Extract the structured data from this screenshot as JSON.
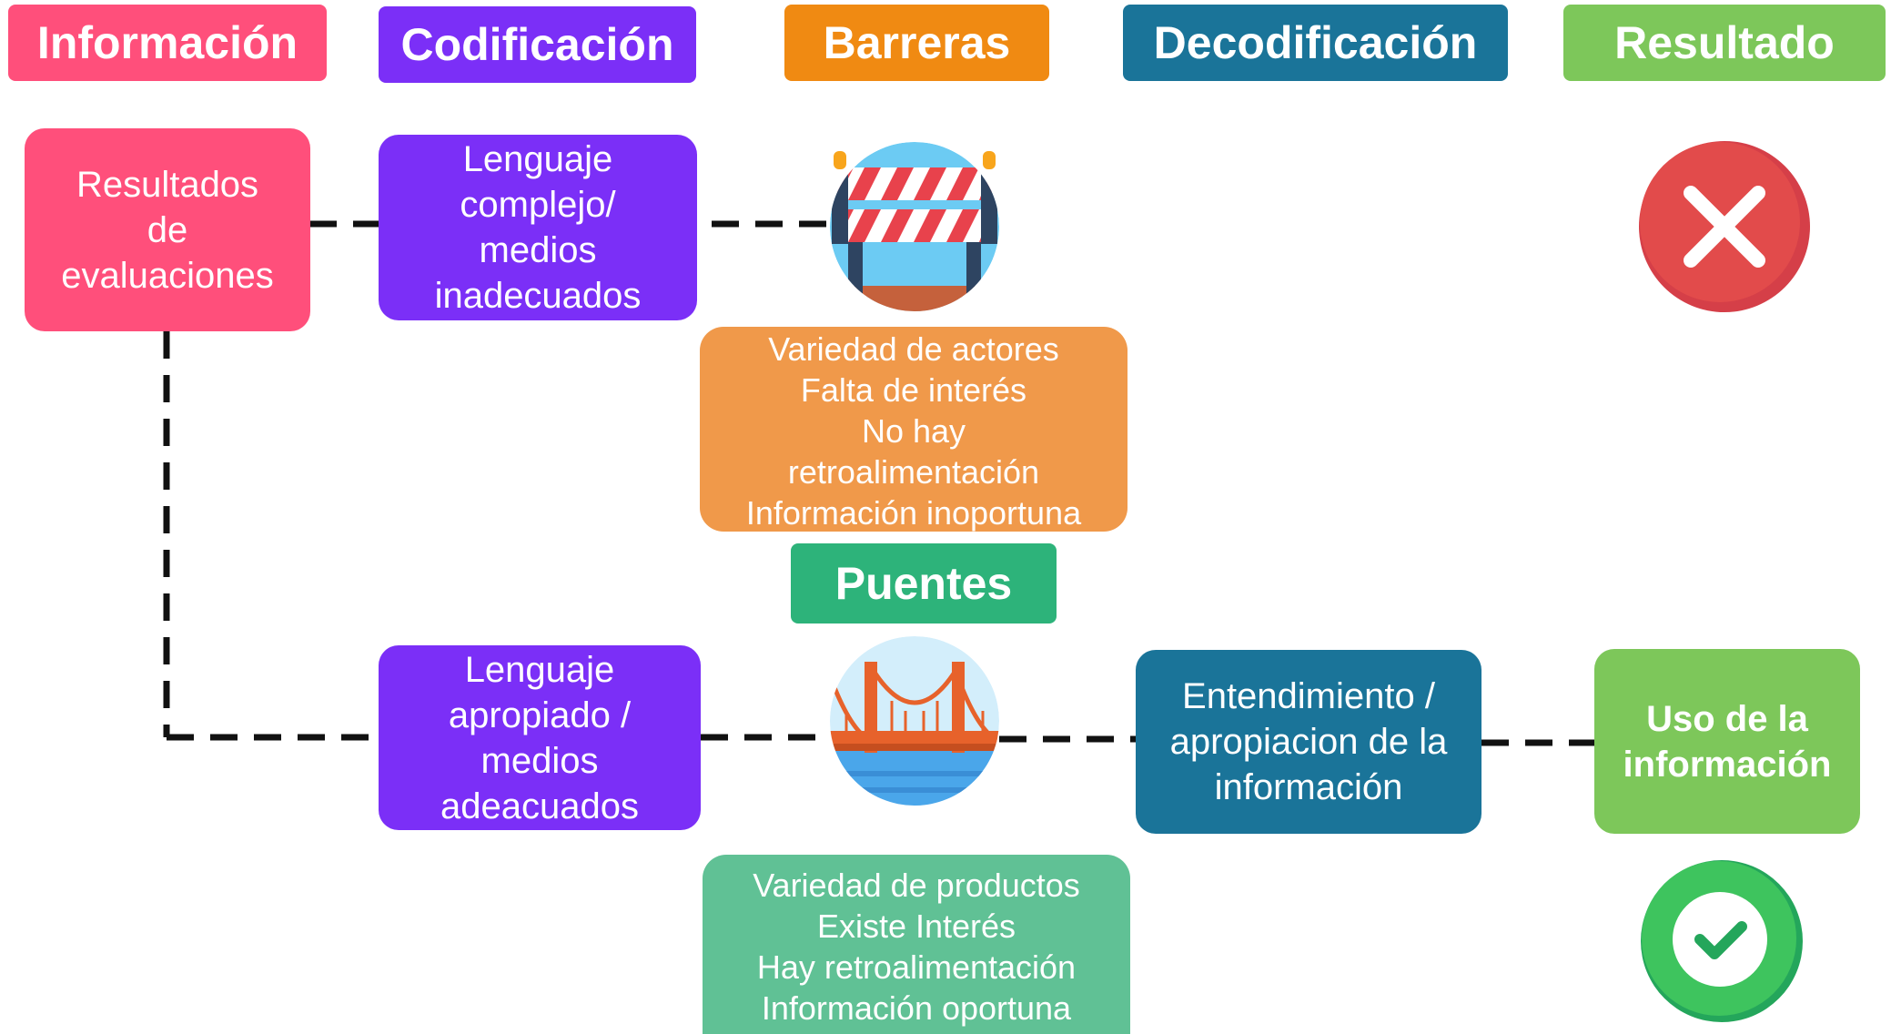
{
  "colors": {
    "informacion": "#FF4F7B",
    "codificacion": "#7B2FF7",
    "barreras": "#F08A12",
    "decodificacion": "#1A7499",
    "resultado": "#7DC75A",
    "barreras_list": "#F0994A",
    "puentes": "#2DB37A",
    "puentes_list": "#60C195",
    "fail": "#E24B4B",
    "success": "#3EC45E"
  },
  "headers": {
    "informacion": "Información",
    "codificacion": "Codificación",
    "barreras": "Barreras",
    "decodificacion": "Decodificación",
    "resultado": "Resultado"
  },
  "nodes": {
    "resultados_evaluaciones": "Resultados\nde\nevaluaciones",
    "lenguaje_complejo": "Lenguaje\ncomplejo/\nmedios\ninadecuados",
    "lenguaje_apropiado": "Lenguaje\napropiado /\nmedios\nadeacuados",
    "entendimiento": "Entendimiento /\napropiacion de la\ninformación",
    "uso_informacion": "Uso de la\ninformación"
  },
  "barreras_list": "Variedad de actores\nFalta de interés\nNo hay\nretroalimentación\nInformación inoportuna",
  "puentes_label": "Puentes",
  "puentes_list": "Variedad de productos\nExiste Interés\nHay retroalimentación\nInformación oportuna",
  "icons": {
    "barrier": "road-barrier-icon",
    "bridge": "bridge-icon",
    "fail": "red-x-icon",
    "success": "green-check-icon"
  }
}
